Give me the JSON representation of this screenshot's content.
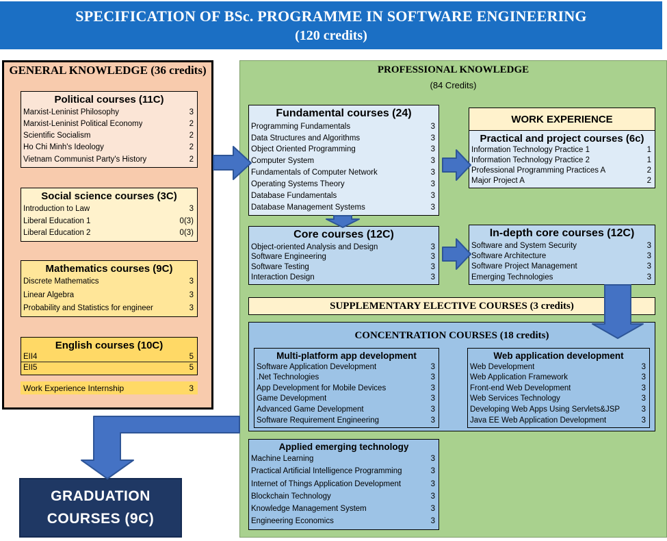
{
  "header": {
    "title": "SPECIFICATION OF BSc. PROGRAMME IN SOFTWARE ENGINEERING",
    "subtitle": "(120 credits)"
  },
  "general": {
    "title": "GENERAL KNOWLEDGE (36 credits)",
    "political": {
      "title": "Political courses (11C)",
      "rows": [
        {
          "name": "Marxist-Leninist Philosophy",
          "credits": "3"
        },
        {
          "name": "Marxist-Leninist Political Economy",
          "credits": "2"
        },
        {
          "name": "Scientific Socialism",
          "credits": "2"
        },
        {
          "name": "Ho Chi Minh's Ideology",
          "credits": "2"
        },
        {
          "name": "Vietnam Communist Party's History",
          "credits": "2"
        }
      ]
    },
    "social": {
      "title": "Social science courses (3C)",
      "rows": [
        {
          "name": "Introduction to Law",
          "credits": "3"
        },
        {
          "name": "Liberal Education 1",
          "credits": "0(3)"
        },
        {
          "name": "Liberal Education 2",
          "credits": "0(3)"
        }
      ]
    },
    "mathematics": {
      "title": "Mathematics courses (9C)",
      "rows": [
        {
          "name": "Discrete Mathematics",
          "credits": "3"
        },
        {
          "name": "Linear Algebra",
          "credits": "3"
        },
        {
          "name": "Probability and Statistics for engineer",
          "credits": "3"
        }
      ]
    },
    "english": {
      "title": "English courses (10C)",
      "rows": [
        {
          "name": "EII4",
          "credits": "5"
        },
        {
          "name": "EII5",
          "credits": "5"
        }
      ]
    },
    "internship": {
      "name": "Work Experience Internship",
      "credits": "3"
    }
  },
  "professional": {
    "title": "PROFESSIONAL KNOWLEDGE",
    "subtitle": "(84 Credits)",
    "fundamental": {
      "title": "Fundamental courses (24)",
      "rows": [
        {
          "name": "Programming Fundamentals",
          "credits": "3"
        },
        {
          "name": "Data Structures and Algorithms",
          "credits": "3"
        },
        {
          "name": "Object Oriented Programming",
          "credits": "3"
        },
        {
          "name": "Computer System",
          "credits": "3"
        },
        {
          "name": "Fundamentals of Computer Network",
          "credits": "3"
        },
        {
          "name": "Operating Systems Theory",
          "credits": "3"
        },
        {
          "name": "Database Fundamentals",
          "credits": "3"
        },
        {
          "name": "Database Management Systems",
          "credits": "3"
        }
      ]
    },
    "work_experience": {
      "title": "WORK EXPERIENCE",
      "practical": {
        "title": "Practical and project courses (6c)",
        "rows": [
          {
            "name": "Information Technology Practice 1",
            "credits": "1"
          },
          {
            "name": "Information Technology Practice 2",
            "credits": "1"
          },
          {
            "name": "Professional Programming Practices A",
            "credits": "2"
          },
          {
            "name": "Major Project A",
            "credits": "2"
          }
        ]
      }
    },
    "core": {
      "title": "Core courses (12C)",
      "rows": [
        {
          "name": "Object-oriented Analysis and Design",
          "credits": "3"
        },
        {
          "name": "Software Engineering",
          "credits": "3"
        },
        {
          "name": "Software Testing",
          "credits": "3"
        },
        {
          "name": "Interaction Design",
          "credits": "3"
        }
      ]
    },
    "indepth": {
      "title": "In-depth core courses (12C)",
      "rows": [
        {
          "name": "Software and System Security",
          "credits": "3"
        },
        {
          "name": "Software Architecture",
          "credits": "3"
        },
        {
          "name": "Software Project Management",
          "credits": "3"
        },
        {
          "name": "Emerging Technologies",
          "credits": "3"
        }
      ]
    },
    "supplementary": {
      "title": "SUPPLEMENTARY ELECTIVE COURSES (3 credits)"
    },
    "concentration": {
      "title": "CONCENTRATION COURSES (18 credits)",
      "multi_platform": {
        "title": "Multi-platform app development",
        "rows": [
          {
            "name": "Software Application Development",
            "credits": "3"
          },
          {
            "name": ".Net Technologies",
            "credits": "3"
          },
          {
            "name": "App Development for Mobile Devices",
            "credits": "3"
          },
          {
            "name": "Game Development",
            "credits": "3"
          },
          {
            "name": "Advanced Game Development",
            "credits": "3"
          },
          {
            "name": "Software Requirement Engineering",
            "credits": "3"
          }
        ]
      },
      "web_app": {
        "title": "Web application development",
        "rows": [
          {
            "name": "Web Development",
            "credits": "3"
          },
          {
            "name": "Web Application Framework",
            "credits": "3"
          },
          {
            "name": "Front-end Web Development",
            "credits": "3"
          },
          {
            "name": "Web Services Technology",
            "credits": "3"
          },
          {
            "name": "Developing Web Apps Using Servlets&JSP",
            "credits": "3"
          },
          {
            "name": "Java EE Web Application Development",
            "credits": "3"
          }
        ]
      }
    },
    "applied": {
      "title": "Applied emerging technology",
      "rows": [
        {
          "name": "Machine Learning",
          "credits": "3"
        },
        {
          "name": "Practical Artificial Intelligence Programming",
          "credits": "3"
        },
        {
          "name": "Internet of Things Application Development",
          "credits": "3"
        },
        {
          "name": "Blockchain Technology",
          "credits": "3"
        },
        {
          "name": "Knowledge Management System",
          "credits": "3"
        },
        {
          "name": "Engineering Economics",
          "credits": "3"
        }
      ]
    }
  },
  "graduation": {
    "title": "GRADUATION COURSES (9C)"
  },
  "colors": {
    "header_blue": "#1B6FC4",
    "peach_panel": "#F8CBAD",
    "peach_light": "#FBE5D6",
    "cream": "#FFF2CC",
    "yellow_mid": "#FFE699",
    "yellow_deep": "#FFD966",
    "green_panel": "#A9D18E",
    "blue_pale": "#DEEBF7",
    "blue_light": "#BDD7EE",
    "blue_mid": "#9DC3E6",
    "navy": "#1F3864",
    "arrow_fill": "#4472C4",
    "arrow_stroke": "#2E5597"
  }
}
